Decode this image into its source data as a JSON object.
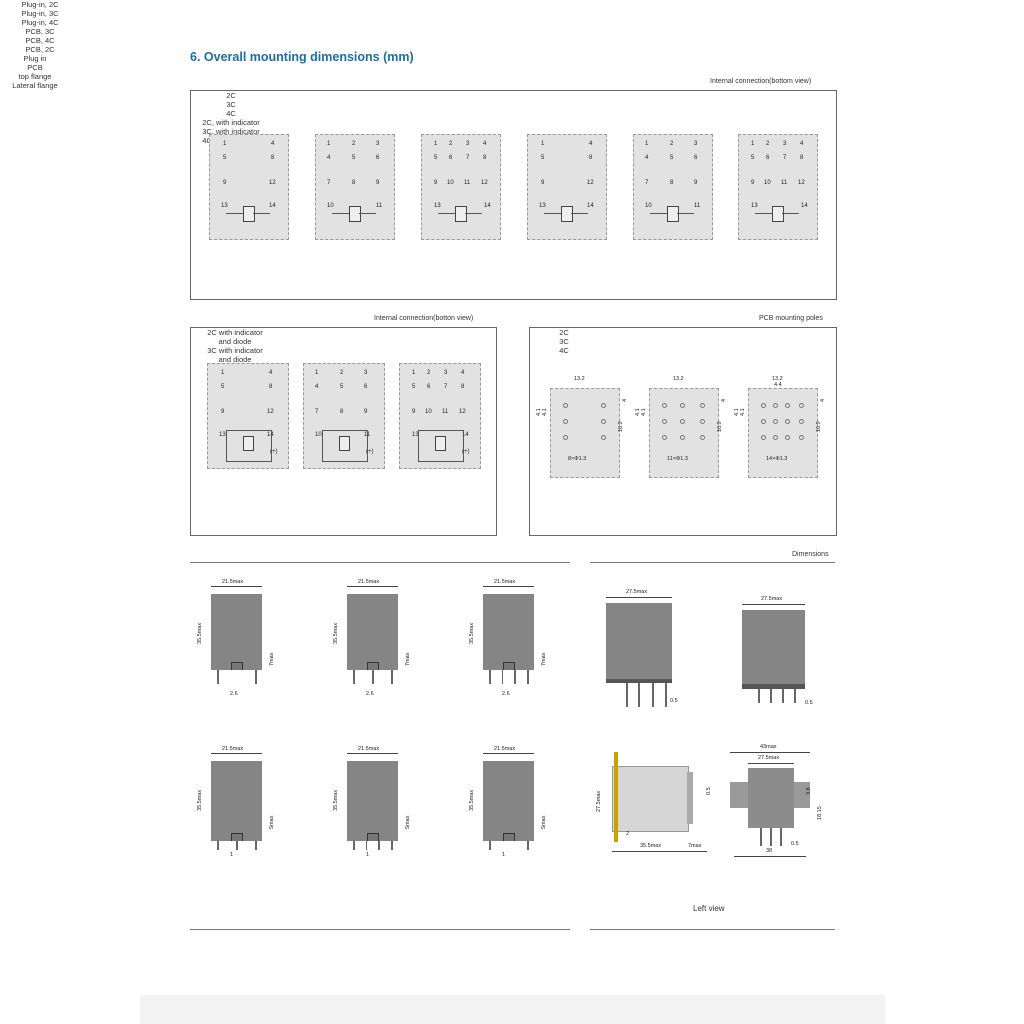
{
  "heading": "6. Overall mounting dimensions (mm)",
  "section1": {
    "label": "Internal connection(bottom view)",
    "panels": [
      {
        "caption": "2C",
        "nums": [
          "1",
          "4",
          "5",
          "8",
          "9",
          "12",
          "13",
          "14"
        ]
      },
      {
        "caption": "3C",
        "nums": [
          "1",
          "2",
          "3",
          "4",
          "5",
          "6",
          "7",
          "8",
          "9",
          "10",
          "11"
        ]
      },
      {
        "caption": "4C",
        "nums": [
          "1",
          "2",
          "3",
          "4",
          "5",
          "6",
          "7",
          "8",
          "9",
          "10",
          "11",
          "12",
          "13",
          "14"
        ]
      },
      {
        "caption": "2C, with indicator",
        "nums": [
          "1",
          "4",
          "5",
          "8",
          "9",
          "12",
          "13",
          "14"
        ]
      },
      {
        "caption": "3C, with indicator",
        "nums": [
          "1",
          "2",
          "3",
          "4",
          "5",
          "6",
          "7",
          "8",
          "9",
          "10",
          "11"
        ]
      },
      {
        "caption": "4C, with indicator",
        "nums": [
          "1",
          "2",
          "3",
          "4",
          "5",
          "6",
          "7",
          "8",
          "9",
          "10",
          "11",
          "12",
          "13",
          "14"
        ]
      }
    ]
  },
  "section2": {
    "label": "Internal connection(botton view)",
    "panels": [
      {
        "caption1": "2C with indicator",
        "caption2": "and diode",
        "nums": [
          "1",
          "4",
          "5",
          "8",
          "9",
          "12",
          "13",
          "14",
          "(+)"
        ]
      },
      {
        "caption1": "3C with indicator",
        "caption2": "and diode",
        "nums": [
          "1",
          "2",
          "3",
          "4",
          "5",
          "6",
          "7",
          "8",
          "9",
          "10",
          "11",
          "(+)"
        ]
      },
      {
        "caption1": "4C with indicator",
        "caption2": "and diode",
        "nums": [
          "1",
          "2",
          "3",
          "4",
          "5",
          "6",
          "7",
          "8",
          "9",
          "10",
          "11",
          "12",
          "13",
          "14",
          "(+)"
        ]
      }
    ]
  },
  "section3": {
    "label": "PCB mounting poles",
    "panels": [
      {
        "caption": "2C",
        "width": "13.2",
        "holes": "8×Φ1.3",
        "dims": [
          "4.1",
          "4.1",
          "4",
          "16.9"
        ]
      },
      {
        "caption": "3C",
        "width": "13.2",
        "holes": "11×Φ1.3",
        "dims": [
          "4.1",
          "4.1",
          "4",
          "16.9"
        ]
      },
      {
        "caption": "4C",
        "width": "13.2",
        "sub": "4.4",
        "holes": "14×Φ1.3",
        "dims": [
          "4.1",
          "4.1",
          "4",
          "16.9"
        ]
      }
    ]
  },
  "dimensions_label": "Dimensions",
  "left_relays": [
    {
      "caption": "Plug-in, 2C",
      "w": "21.5max",
      "h": "35.5max",
      "side": "7max",
      "pitch": "2.6"
    },
    {
      "caption": "Plug-in, 3C",
      "w": "21.5max",
      "h": "35.5max",
      "side": "7max",
      "pitch": "2.6"
    },
    {
      "caption": "Plug-in, 4C",
      "w": "21.5max",
      "h": "35.5max",
      "side": "7max",
      "pitch": "2.6"
    },
    {
      "caption": "PCB, 3C",
      "w": "21.5max",
      "h": "35.5max",
      "side": "5max",
      "pitch": "1"
    },
    {
      "caption": "PCB, 4C",
      "w": "21.5max",
      "h": "35.5max",
      "side": "5max",
      "pitch": "1"
    },
    {
      "caption": "PCB, 2C",
      "w": "21.5max",
      "h": "35.5max",
      "side": "5max",
      "pitch": "1"
    }
  ],
  "right_relays": {
    "plugin": {
      "caption": "Plug in",
      "w": "27.5max",
      "pin": "0.5"
    },
    "pcb": {
      "caption": "PCB",
      "w": "27.5max",
      "pin": "0.5"
    },
    "top_flange": {
      "caption": "top flange",
      "h": "27.5max",
      "len": "35.5max",
      "side": "7max",
      "d1": "2",
      "d2": "0.5"
    },
    "lateral_flange": {
      "caption": "Lateral flange",
      "w1": "43max",
      "w2": "27.5max",
      "pitch": "38",
      "h1": "3.8",
      "h2": "18.15",
      "pin": "0.5"
    },
    "footer": "Left view"
  }
}
